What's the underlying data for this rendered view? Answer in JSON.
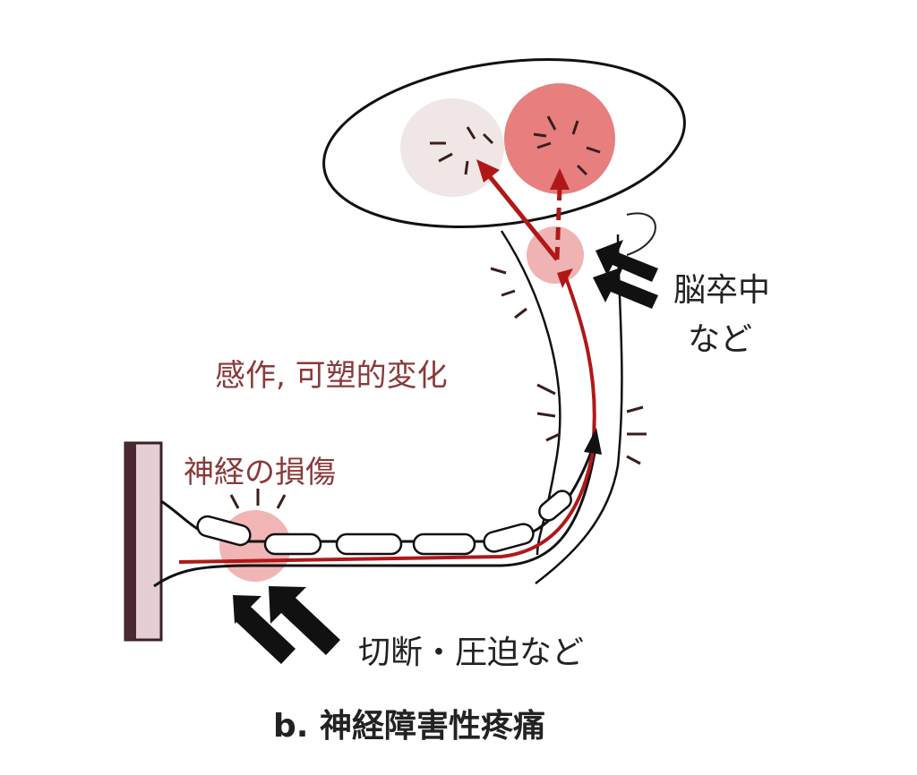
{
  "labels": {
    "sensitization": "感作, 可塑的変化",
    "nerve_injury": "神経の損傷",
    "stroke_line1": "脳卒中",
    "stroke_line2": "など",
    "cut_compression": "切断・圧迫など",
    "caption": "b.  神経障害性疼痛"
  },
  "colors": {
    "pathway": "#b01818",
    "lesion": "#e88a8a",
    "text_red": "#8a3a3a"
  }
}
